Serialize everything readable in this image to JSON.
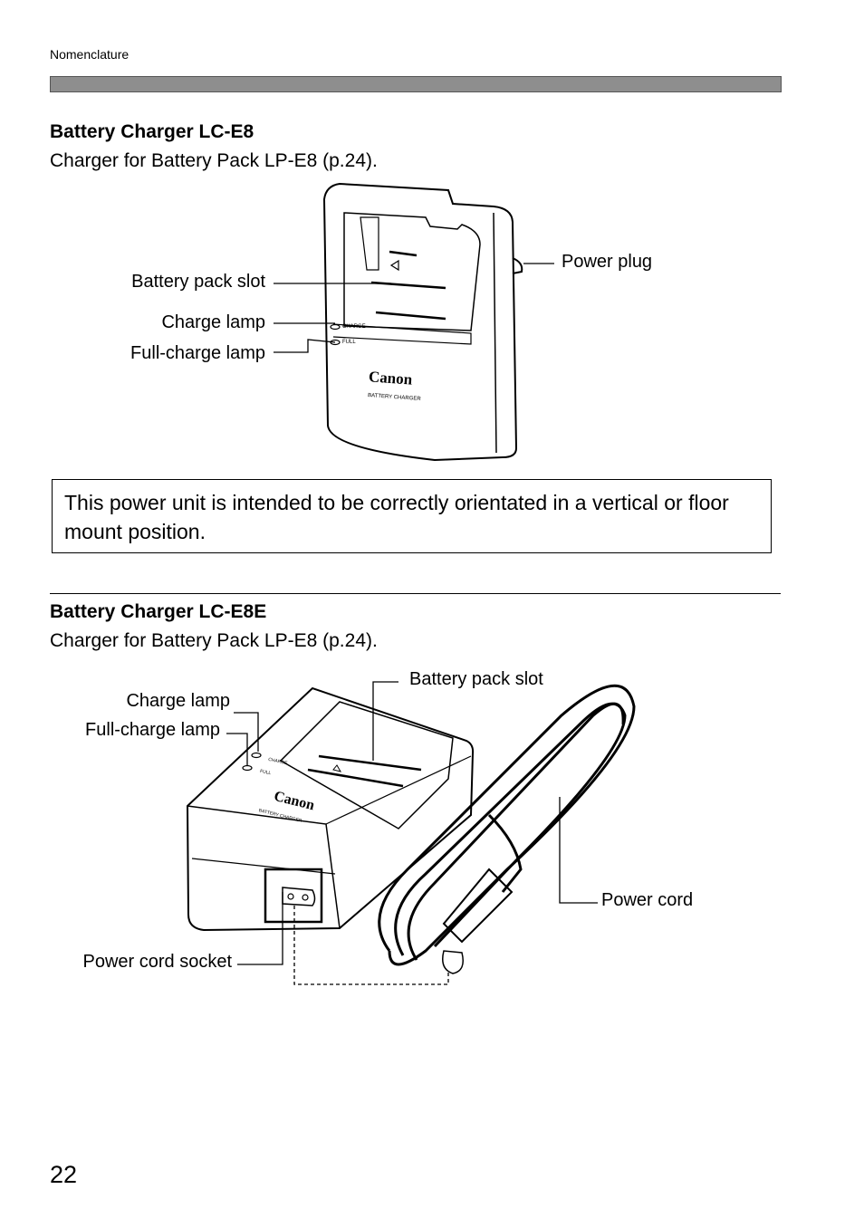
{
  "header": {
    "section": "Nomenclature"
  },
  "charger1": {
    "title": "Battery Charger LC-E8",
    "description": "Charger for Battery Pack LP-E8 (p.24).",
    "labels": {
      "power_plug": "Power plug",
      "battery_pack_slot": "Battery pack slot",
      "charge_lamp": "Charge lamp",
      "full_charge_lamp": "Full-charge lamp"
    },
    "device_text": {
      "brand": "Canon",
      "model_label": "BATTERY CHARGER",
      "charge": "CHARGE",
      "full": "FULL"
    }
  },
  "note": "This power unit is intended to be correctly orientated in a vertical or floor mount position.",
  "charger2": {
    "title": "Battery Charger LC-E8E",
    "description": "Charger for Battery Pack LP-E8 (p.24).",
    "labels": {
      "battery_pack_slot": "Battery pack slot",
      "charge_lamp": "Charge lamp",
      "full_charge_lamp": "Full-charge lamp",
      "power_cord": "Power cord",
      "power_cord_socket": "Power cord socket"
    },
    "device_text": {
      "brand": "Canon",
      "model_label": "BATTERY CHARGER",
      "charge": "CHARGE",
      "full": "FULL"
    }
  },
  "footer": {
    "page_number": "22"
  }
}
